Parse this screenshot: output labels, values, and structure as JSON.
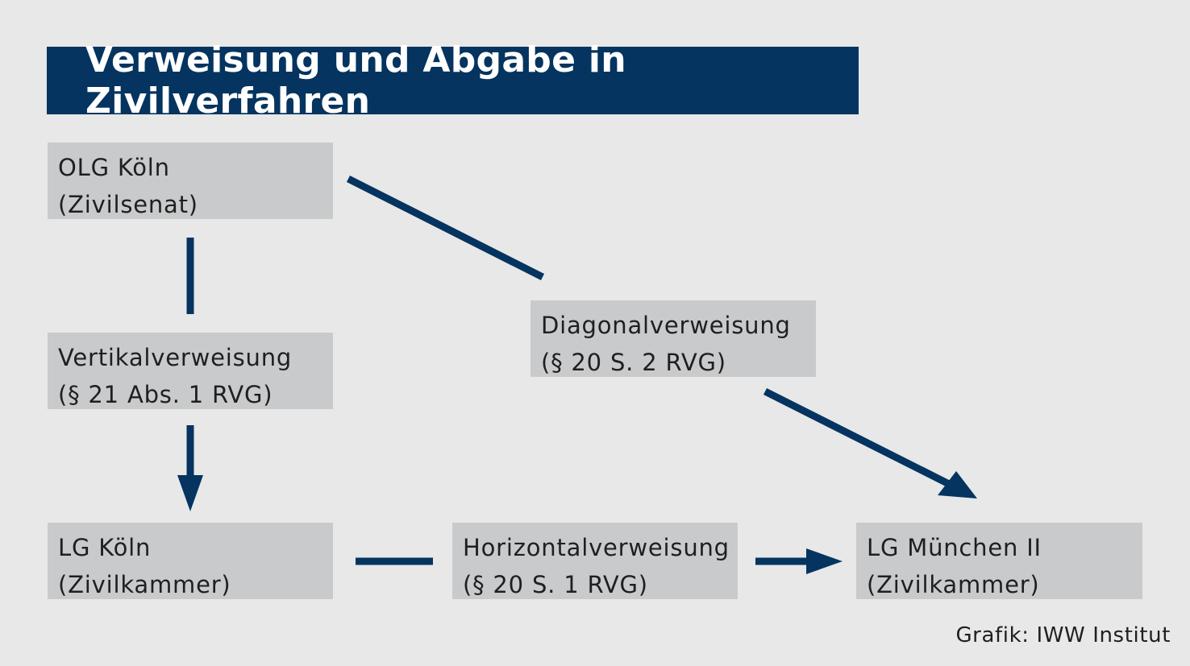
{
  "title": "Verweisung und Abgabe in Zivilverfahren",
  "credit": "Grafik: IWW Institut",
  "nodes": {
    "olg_koeln": {
      "line1": "OLG Köln",
      "line2": "(Zivilsenat)"
    },
    "vertikal": {
      "line1": "Vertikalverweisung",
      "line2": "(§ 21 Abs. 1 RVG)"
    },
    "lg_koeln": {
      "line1": "LG Köln",
      "line2": "(Zivilkammer)"
    },
    "horizontal": {
      "line1": "Horizontalverweisung",
      "line2": "(§ 20 S. 1 RVG)"
    },
    "lg_muenchen": {
      "line1": "LG München II",
      "line2": "(Zivilkammer)"
    },
    "diagonal": {
      "line1": "Diagonalverweisung",
      "line2": "(§ 20 S. 2 RVG)"
    }
  },
  "colors": {
    "navy": "#04345f",
    "box": "#c9cacc",
    "background": "#e8e8e8"
  }
}
